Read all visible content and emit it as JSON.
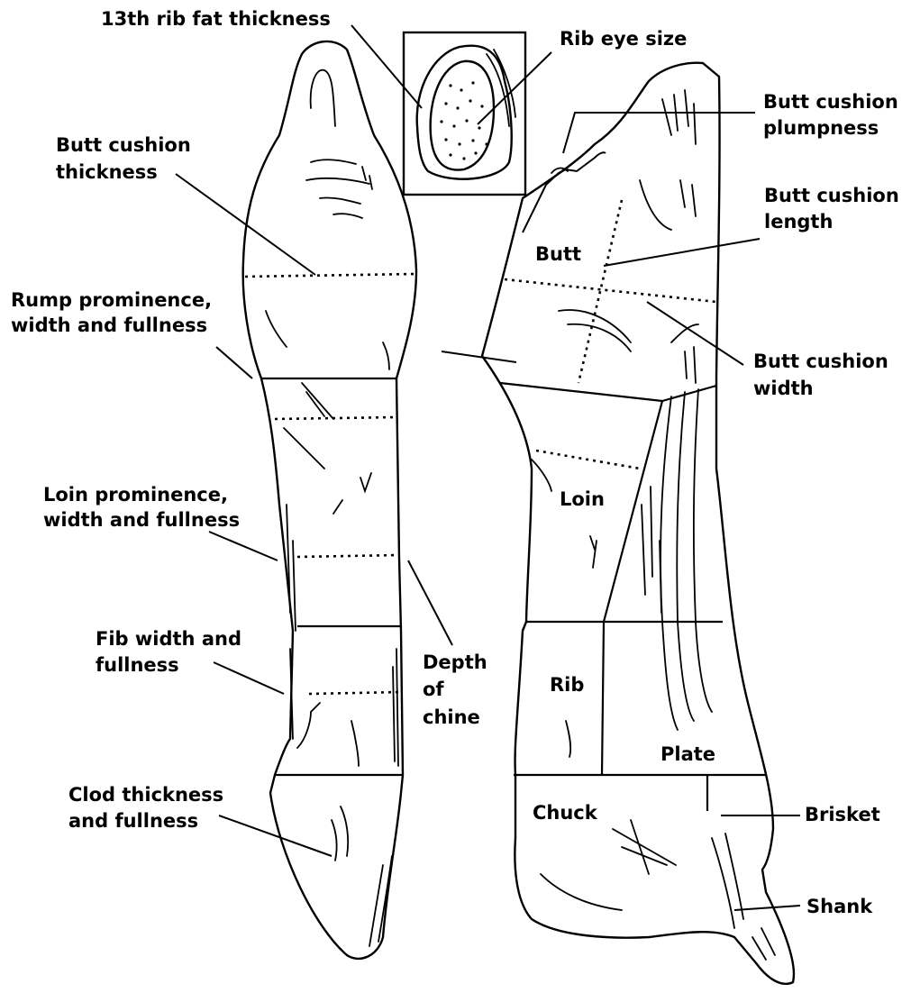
{
  "labels": {
    "rib_fat": "13th rib fat thickness",
    "rib_eye": "Rib eye size",
    "butt_cushion_thickness_1": "Butt cushion",
    "butt_cushion_thickness_2": "thickness",
    "rump_1": "Rump prominence,",
    "rump_2": "width and fullness",
    "loin_prom_1": "Loin prominence,",
    "loin_prom_2": "width and fullness",
    "fib_1": "Fib width and",
    "fib_2": "fullness",
    "clod_1": "Clod thickness",
    "clod_2": "and fullness",
    "depth_1": "Depth",
    "depth_2": "of",
    "depth_3": "chine",
    "plump_1": "Butt cushion",
    "plump_2": "plumpness",
    "length_1": "Butt cushion",
    "length_2": "length",
    "width_1": "Butt cushion",
    "width_2": "width",
    "brisket": "Brisket",
    "shank": "Shank"
  },
  "segments": {
    "butt": "Butt",
    "loin": "Loin",
    "rib": "Rib",
    "plate": "Plate",
    "chuck": "Chuck"
  }
}
